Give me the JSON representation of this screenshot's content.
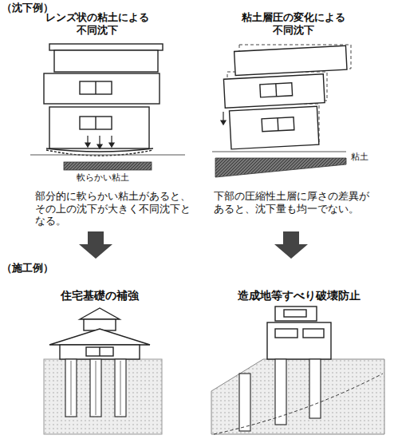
{
  "diagram": {
    "labels": [
      "（沈下例）",
      "レンズ状の粘土による 不同沈下",
      "粘土層圧の変化による 不同沈下",
      "軟らかい粘土",
      "粘土",
      "部分的に軟らかい粘土があると、その上の沈下が大きく不同沈下となる。",
      "下部の圧縮性土層に厚さの差異があると、沈下量も均一でない。",
      "（施工例）",
      "住宅基礎の補強",
      "造成地等すべり破壊防止"
    ]
  }
}
